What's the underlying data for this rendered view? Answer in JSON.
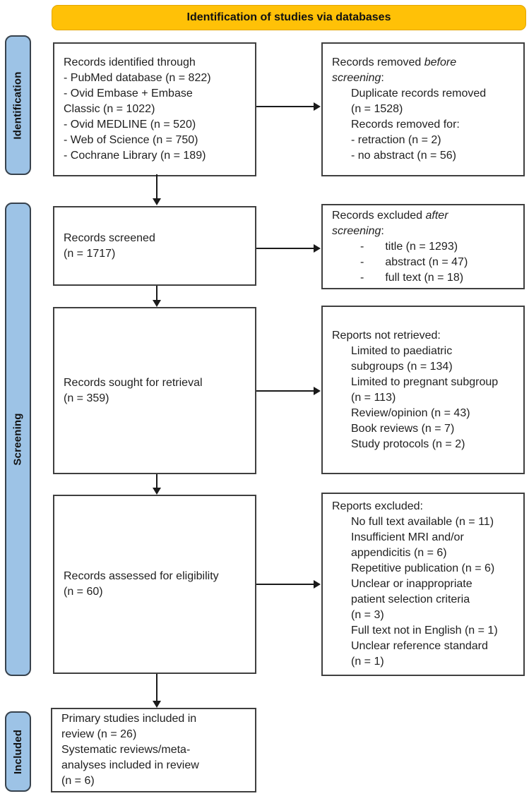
{
  "header": {
    "title": "Identification of studies via databases"
  },
  "colors": {
    "banner_bg": "#FFC107",
    "stage_bg": "#9DC3E6",
    "box_border": "#3F3F3F",
    "arrow": "#1A1A1A"
  },
  "stages": [
    {
      "label": "Identification"
    },
    {
      "label": "Screening"
    },
    {
      "label": "Included"
    }
  ],
  "boxes": {
    "identified": {
      "lines": [
        {
          "indent": 0,
          "segs": [
            {
              "text": "Records identified through"
            }
          ]
        },
        {
          "indent": 0,
          "segs": [
            {
              "text": "- PubMed database (n = 822)"
            }
          ]
        },
        {
          "indent": 0,
          "segs": [
            {
              "text": "- Ovid Embase + Embase"
            }
          ]
        },
        {
          "indent": 0,
          "segs": [
            {
              "text": "Classic (n = 1022)"
            }
          ]
        },
        {
          "indent": 0,
          "segs": [
            {
              "text": "- Ovid MEDLINE (n = 520)"
            }
          ]
        },
        {
          "indent": 0,
          "segs": [
            {
              "text": "- Web of Science (n = 750)"
            }
          ]
        },
        {
          "indent": 0,
          "segs": [
            {
              "text": "- Cochrane Library (n = 189)"
            }
          ]
        }
      ]
    },
    "screened": {
      "lines": [
        {
          "indent": 0,
          "segs": [
            {
              "text": "Records screened"
            }
          ]
        },
        {
          "indent": 0,
          "segs": [
            {
              "text": "(n = 1717)"
            }
          ]
        }
      ]
    },
    "sought": {
      "lines": [
        {
          "indent": 0,
          "segs": [
            {
              "text": "Records sought for retrieval"
            }
          ]
        },
        {
          "indent": 0,
          "segs": [
            {
              "text": "(n = 359)"
            }
          ]
        }
      ]
    },
    "assessed": {
      "lines": [
        {
          "indent": 0,
          "segs": [
            {
              "text": "Records assessed for eligibility"
            }
          ]
        },
        {
          "indent": 0,
          "segs": [
            {
              "text": "(n = 60)"
            }
          ]
        }
      ]
    },
    "included": {
      "lines": [
        {
          "indent": 0,
          "segs": [
            {
              "text": "Primary studies included in"
            }
          ]
        },
        {
          "indent": 0,
          "segs": [
            {
              "text": "review (n = 26)"
            }
          ]
        },
        {
          "indent": 0,
          "segs": [
            {
              "text": "Systematic reviews/meta-"
            }
          ]
        },
        {
          "indent": 0,
          "segs": [
            {
              "text": "analyses included in review"
            }
          ]
        },
        {
          "indent": 0,
          "segs": [
            {
              "text": "(n = 6)"
            }
          ]
        }
      ]
    },
    "removed_before": {
      "lines": [
        {
          "indent": 0,
          "segs": [
            {
              "text": "Records removed "
            },
            {
              "text": "before",
              "italic": true
            }
          ]
        },
        {
          "indent": 0,
          "segs": [
            {
              "text": "screening",
              "italic": true
            },
            {
              "text": ":"
            }
          ]
        },
        {
          "indent": 1,
          "segs": [
            {
              "text": "Duplicate records removed"
            }
          ]
        },
        {
          "indent": 1,
          "segs": [
            {
              "text": "(n = 1528)"
            }
          ]
        },
        {
          "indent": 1,
          "segs": [
            {
              "text": "Records removed for:"
            }
          ]
        },
        {
          "indent": 1,
          "segs": [
            {
              "text": "- retraction (n = 2)"
            }
          ]
        },
        {
          "indent": 1,
          "segs": [
            {
              "text": "- no abstract (n = 56)"
            }
          ]
        }
      ]
    },
    "excluded_after": {
      "lines": [
        {
          "indent": 0,
          "segs": [
            {
              "text": "Records excluded "
            },
            {
              "text": "after",
              "italic": true
            }
          ]
        },
        {
          "indent": 0,
          "segs": [
            {
              "text": "screening",
              "italic": true
            },
            {
              "text": ":"
            }
          ]
        },
        {
          "indent": 2,
          "segs": [
            {
              "text": "-"
            },
            {
              "text": "title (n = 1293)",
              "gap": true
            }
          ]
        },
        {
          "indent": 2,
          "segs": [
            {
              "text": "-"
            },
            {
              "text": "abstract (n = 47)",
              "gap": true
            }
          ]
        },
        {
          "indent": 2,
          "segs": [
            {
              "text": "-"
            },
            {
              "text": "full text (n = 18)",
              "gap": true
            }
          ]
        }
      ]
    },
    "not_retrieved": {
      "lines": [
        {
          "indent": 0,
          "segs": [
            {
              "text": "Reports not retrieved:"
            }
          ]
        },
        {
          "indent": 1,
          "segs": [
            {
              "text": "Limited to paediatric"
            }
          ]
        },
        {
          "indent": 1,
          "segs": [
            {
              "text": "subgroups (n = 134)"
            }
          ]
        },
        {
          "indent": 1,
          "segs": [
            {
              "text": "Limited to pregnant subgroup"
            }
          ]
        },
        {
          "indent": 1,
          "segs": [
            {
              "text": "(n = 113)"
            }
          ]
        },
        {
          "indent": 1,
          "segs": [
            {
              "text": "Review/opinion (n = 43)"
            }
          ]
        },
        {
          "indent": 1,
          "segs": [
            {
              "text": "Book reviews (n = 7)"
            }
          ]
        },
        {
          "indent": 1,
          "segs": [
            {
              "text": "Study protocols (n = 2)"
            }
          ]
        }
      ]
    },
    "reports_excluded": {
      "lines": [
        {
          "indent": 0,
          "segs": [
            {
              "text": "Reports excluded:"
            }
          ]
        },
        {
          "indent": 1,
          "segs": [
            {
              "text": "No full text available (n = 11)"
            }
          ]
        },
        {
          "indent": 1,
          "segs": [
            {
              "text": "Insufficient MRI and/or"
            }
          ]
        },
        {
          "indent": 1,
          "segs": [
            {
              "text": "appendicitis (n = 6)"
            }
          ]
        },
        {
          "indent": 1,
          "segs": [
            {
              "text": "Repetitive publication (n = 6)"
            }
          ]
        },
        {
          "indent": 1,
          "segs": [
            {
              "text": "Unclear or inappropriate"
            }
          ]
        },
        {
          "indent": 1,
          "segs": [
            {
              "text": "patient selection criteria"
            }
          ]
        },
        {
          "indent": 1,
          "segs": [
            {
              "text": "(n = 3)"
            }
          ]
        },
        {
          "indent": 1,
          "segs": [
            {
              "text": "Full text not in English (n = 1)"
            }
          ]
        },
        {
          "indent": 1,
          "segs": [
            {
              "text": "Unclear reference standard"
            }
          ]
        },
        {
          "indent": 1,
          "segs": [
            {
              "text": "(n = 1)"
            }
          ]
        }
      ]
    }
  }
}
